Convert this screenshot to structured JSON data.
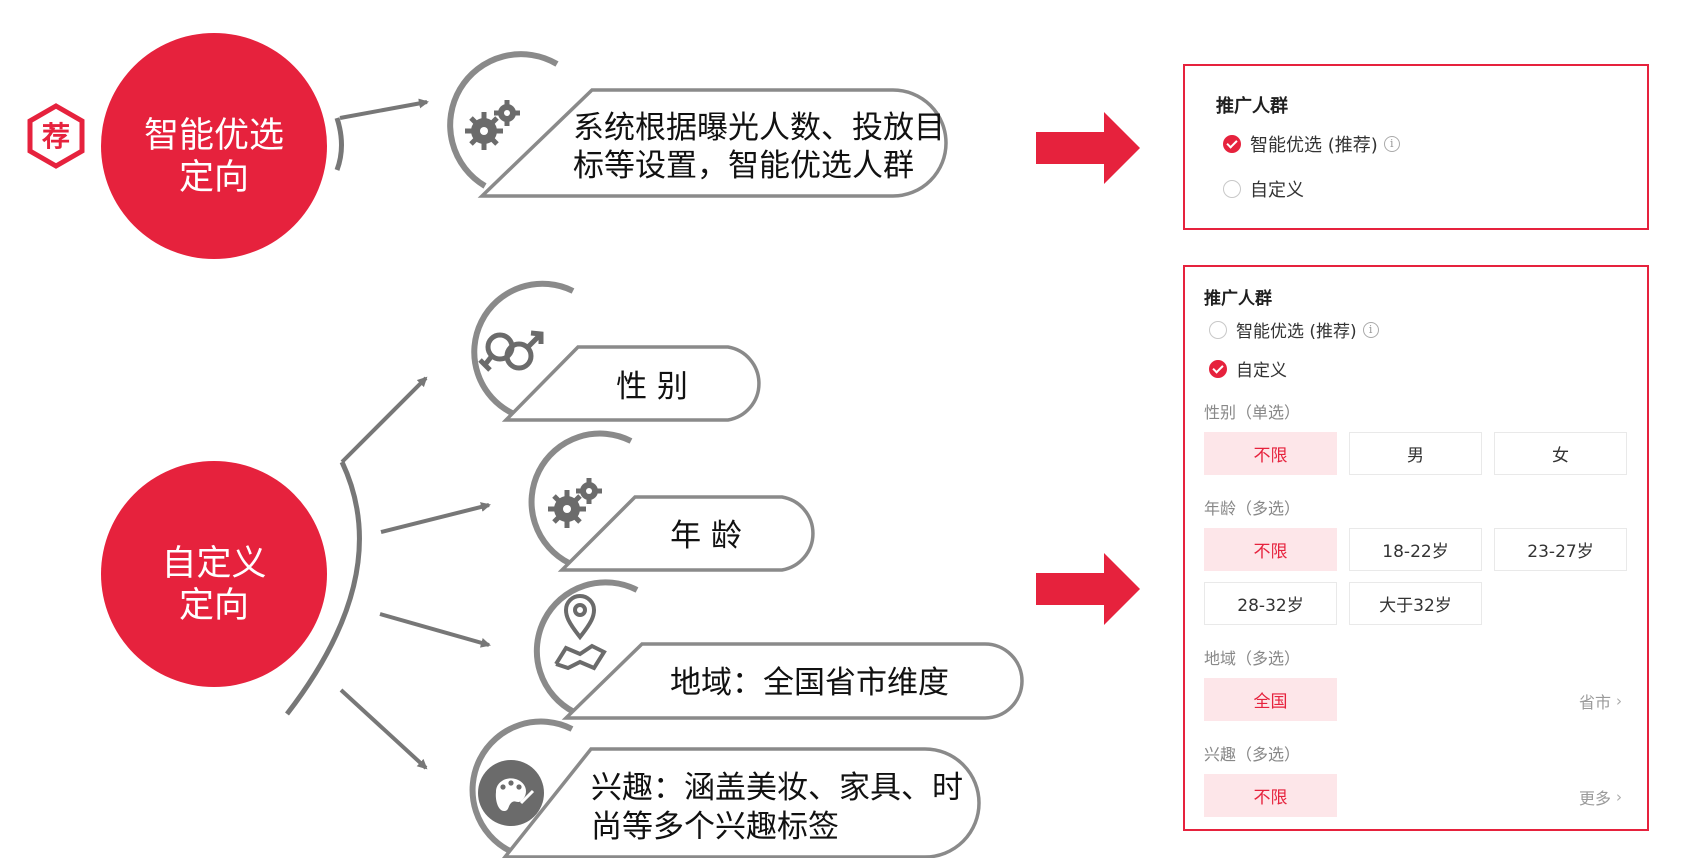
{
  "colors": {
    "accent": "#e6223d",
    "line": "#777777",
    "bubble_border": "#8a8a8a",
    "icon": "#6b6b6b",
    "chip_selected_bg": "#fde6e9"
  },
  "badge": {
    "text": "荐"
  },
  "smart_node": {
    "line1": "智能优选",
    "line2": "定向"
  },
  "smart_bubble": {
    "icon": "gears-icon",
    "line1": "系统根据曝光人数、投放目",
    "line2": "标等设置，智能优选人群"
  },
  "custom_node": {
    "line1": "自定义",
    "line2": "定向"
  },
  "custom_items": [
    {
      "icon": "gender-icon",
      "text": "性 别"
    },
    {
      "icon": "gears-icon",
      "text": "年 龄"
    },
    {
      "icon": "map-pin-icon",
      "text": "地域：全国省市维度"
    },
    {
      "icon": "palette-icon",
      "line1": "兴趣：涵盖美妆、家具、时",
      "line2": "尚等多个兴趣标签"
    }
  ],
  "panel_smart": {
    "title": "推广人群",
    "options": [
      {
        "label": "智能优选 (推荐)",
        "selected": true
      },
      {
        "label": "自定义",
        "selected": false
      }
    ]
  },
  "panel_custom": {
    "title": "推广人群",
    "options": [
      {
        "label": "智能优选 (推荐)",
        "selected": false
      },
      {
        "label": "自定义",
        "selected": true
      }
    ],
    "gender": {
      "label": "性别（单选）",
      "chips": [
        "不限",
        "男",
        "女"
      ]
    },
    "age": {
      "label": "年龄（多选）",
      "chips": [
        "不限",
        "18-22岁",
        "23-27岁",
        "28-32岁",
        "大于32岁"
      ]
    },
    "region": {
      "label": "地域（多选）",
      "chips": [
        "全国"
      ],
      "more": "省市"
    },
    "interest": {
      "label": "兴趣（多选）",
      "chips": [
        "不限"
      ],
      "more": "更多"
    }
  }
}
